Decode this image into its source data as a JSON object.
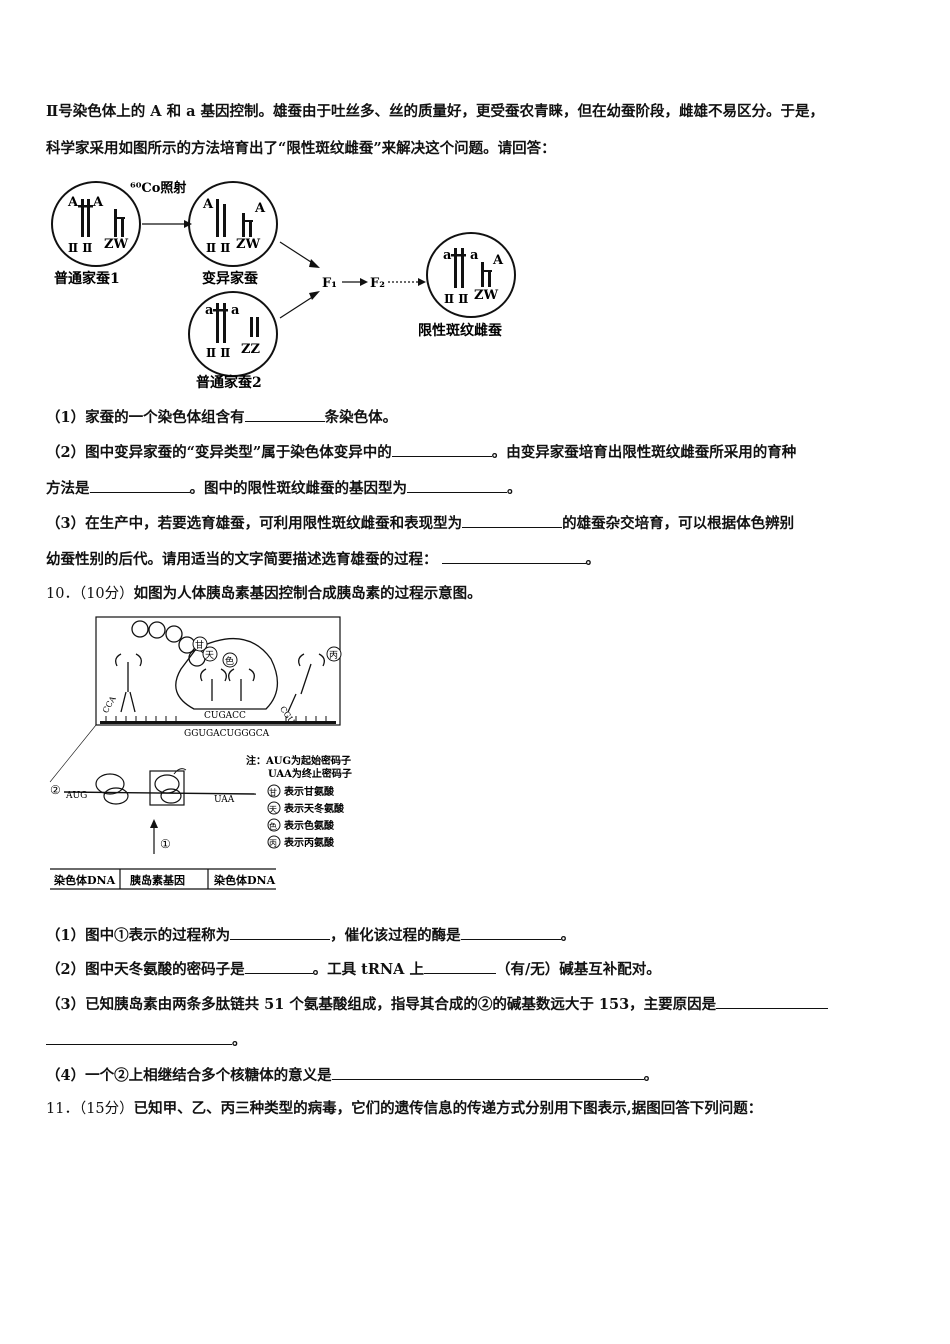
{
  "intro": {
    "line1": "Ⅱ号染色体上的 A 和 a 基因控制。雄蚕由于吐丝多、丝的质量好，更受蚕农青睐，但在幼蚕阶段，雌雄不易区分。于是，",
    "line2": "科学家采用如图所示的方法培育出了“限性斑纹雌蚕”来解决这个问题。请回答："
  },
  "fig1": {
    "radiation": "⁶⁰Co照射",
    "silkworm1": "普通家蚕1",
    "mutant": "变异家蚕",
    "silkworm2": "普通家蚕2",
    "f1": "F₁",
    "f2": "F₂",
    "limited": "限性斑纹雌蚕",
    "chrII": "Ⅱ Ⅱ",
    "zw": "ZW",
    "zz": "ZZ",
    "A": "A",
    "a": "a"
  },
  "q9": {
    "p1a": "（1）家蚕的一个染色体组含有",
    "p1b": "条染色体。",
    "p2a": "（2）图中变异家蚕的“变异类型”属于染色体变异中的",
    "p2b": "。由变异家蚕培育出限性斑纹雌蚕所采用的育种",
    "p2c": "方法是",
    "p2d": "。图中的限性斑纹雌蚕的基因型为",
    "p2e": "。",
    "p3a": "（3）在生产中，若要选育雄蚕，可利用限性斑纹雌蚕和表现型为",
    "p3b": "的雄蚕杂交培育，可以根据体色辨别",
    "p3c": "幼蚕性别的后代。请用适当的文字简要描述选育雄蚕的过程：",
    "p3d": "。"
  },
  "q10": {
    "number": "10．（10分）",
    "title": "如图为人体胰岛素基因控制合成胰岛素的过程示意图。",
    "fig": {
      "aa_gan": "甘",
      "aa_tian": "天",
      "aa_se": "色",
      "aa_bing": "丙",
      "anticodon1": "CCA",
      "anticodon2": "CUGACC",
      "anticodon3": "CGU",
      "mrna": "GGUGACUGGGCA",
      "circ2": "②",
      "circ1": "①",
      "aug": "AUG",
      "uaa": "UAA",
      "note1": "注：AUG为起始密码子",
      "note2": "UAA为终止密码子",
      "leg_gan": "表示甘氨酸",
      "leg_tian": "表示天冬氨酸",
      "leg_se": "表示色氨酸",
      "leg_bing": "表示丙氨酸",
      "dna1": "染色体DNA",
      "gene": "胰岛素基因",
      "dna2": "染色体DNA"
    },
    "p1a": "（1）图中①表示的过程称为",
    "p1b": "，催化该过程的酶是",
    "p1c": "。",
    "p2a": "（2）图中天冬氨酸的密码子是",
    "p2b": "。工具 tRNA 上",
    "p2c": "（有/无）碱基互补配对。",
    "p3a": "（3）已知胰岛素由两条多肽链共 51 个氨基酸组成，指导其合成的②的碱基数远大于 153，主要原因是",
    "p3b": "。",
    "p4a": "（4）一个②上相继结合多个核糖体的意义是",
    "p4b": "。"
  },
  "q11": {
    "number": "11．（15分）",
    "title": "已知甲、乙、丙三种类型的病毒，它们的遗传信息的传递方式分别用下图表示,据图回答下列问题："
  }
}
